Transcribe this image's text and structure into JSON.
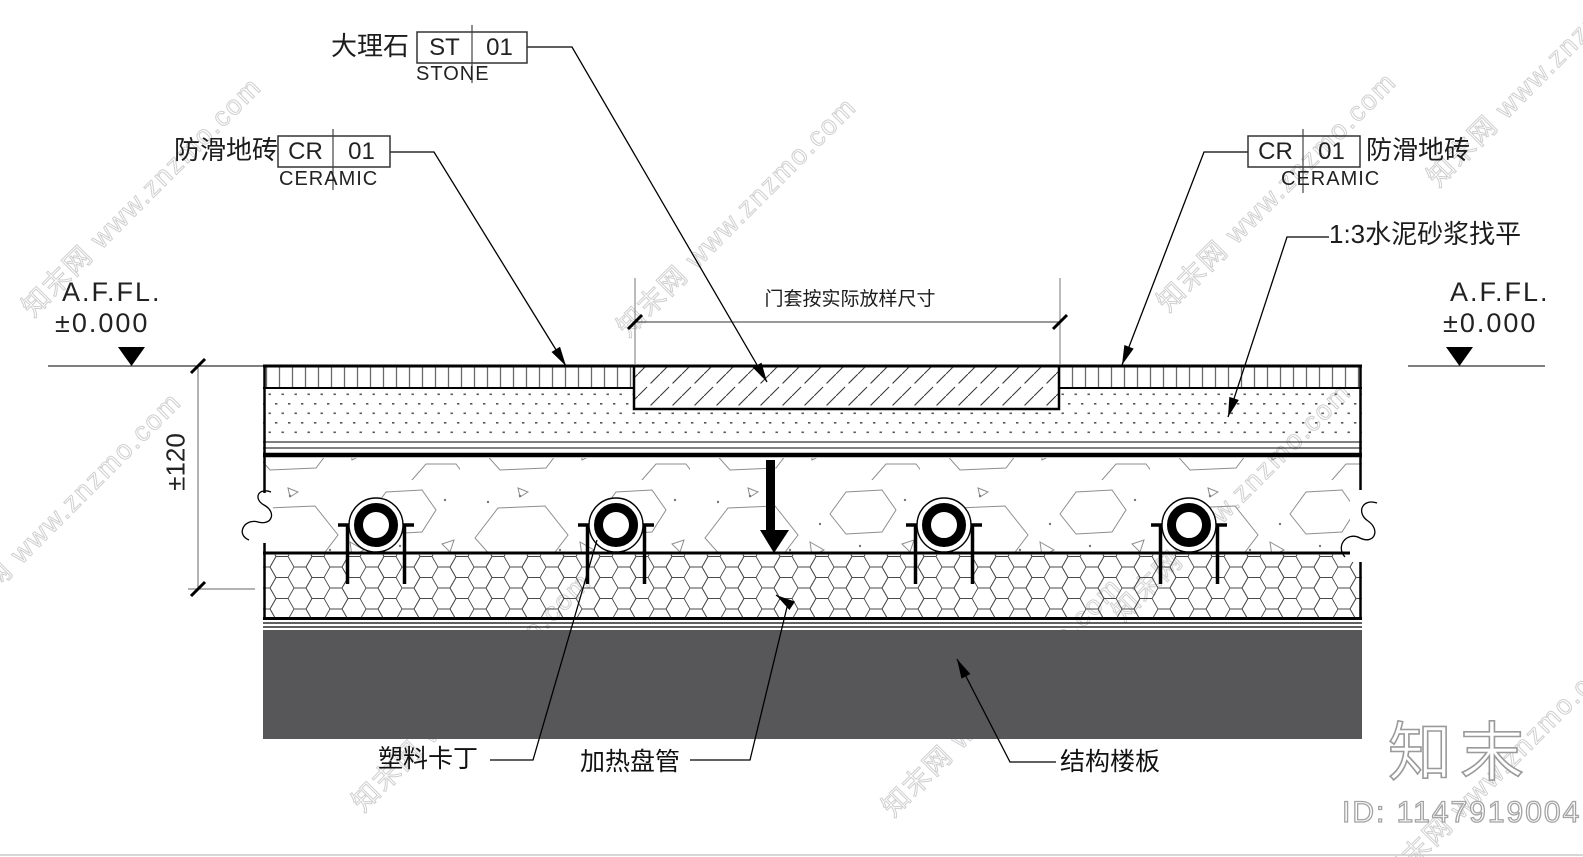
{
  "annotations": {
    "marble": {
      "label": "大理石",
      "code": "ST",
      "number": "01",
      "material": "STONE"
    },
    "ceramic_left": {
      "label": "防滑地砖",
      "code": "CR",
      "number": "01",
      "material": "CERAMIC"
    },
    "ceramic_right": {
      "label": "防滑地砖",
      "code": "CR",
      "number": "01",
      "material": "CERAMIC"
    },
    "screed": {
      "label": "1:3水泥砂浆找平"
    },
    "door_frame": {
      "label": "门套按实际放样尺寸"
    },
    "clip": {
      "label": "塑料卡丁"
    },
    "heating_pipe": {
      "label": "加热盘管"
    },
    "slab": {
      "label": "结构楼板"
    },
    "level_left": {
      "line1": "A.F.FL.",
      "line2": "±0.000"
    },
    "level_right": {
      "line1": "A.F.FL.",
      "line2": "±0.000"
    },
    "thickness_dim": {
      "label": "±120"
    }
  },
  "watermark": {
    "pattern_text": "知末网 www.znzmo.com",
    "logo_text": "知末",
    "id_text": "ID: 1147919004"
  },
  "colors": {
    "slab_fill": "#57575a",
    "line": "#000000",
    "watermark": "#c9c9c9"
  }
}
